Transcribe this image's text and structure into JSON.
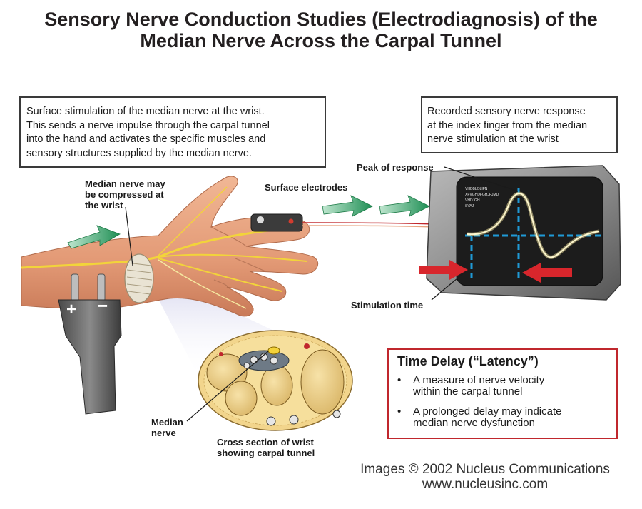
{
  "title": {
    "line1": "Sensory Nerve Conduction Studies (Electrodiagnosis) of the",
    "line2": "Median Nerve Across the Carpal Tunnel"
  },
  "left_box": {
    "lines": [
      "Surface stimulation of the median nerve at the wrist.",
      "This sends a nerve impulse through the carpal tunnel",
      "into the hand and activates the specific muscles and",
      "sensory structures supplied by the median nerve."
    ]
  },
  "right_box": {
    "lines": [
      "Recorded sensory nerve response",
      "at the index finger from the median",
      "nerve stimulation at the wrist"
    ]
  },
  "labels": {
    "median_compressed": [
      "Median nerve may",
      "be compressed at",
      "the wrist"
    ],
    "surface_electrodes": "Surface electrodes",
    "peak_of_response": "Peak of response",
    "stimulation_time": "Stimulation time",
    "median_nerve": [
      "Median",
      "nerve"
    ],
    "cross_section": [
      "Cross section of wrist",
      "showing carpal tunnel"
    ]
  },
  "stimulator": {
    "plus": "+",
    "minus": "−"
  },
  "monitor": {
    "screen_text": [
      "VHDBLOLIFN",
      "XFVGHDFGHJFJMD",
      "VHDJGH",
      "SVAJ"
    ]
  },
  "latency_box": {
    "heading": "Time Delay (“Latency”)",
    "bullet": "•",
    "items": [
      [
        "A measure of nerve velocity",
        "within the carpal tunnel"
      ],
      [
        "A prolonged delay may indicate",
        "median nerve dysfunction"
      ]
    ]
  },
  "credit": {
    "line1": "Images © 2002 Nucleus Communications",
    "line2": "www.nucleusinc.com"
  },
  "colors": {
    "accent_red": "#c0272d",
    "arrow_green": "#2e9b5f",
    "dashed_blue": "#1f9ad6",
    "screen": "#1c1c1c",
    "nerve_yellow": "#f2d43a",
    "skin": "#e8a27f"
  }
}
